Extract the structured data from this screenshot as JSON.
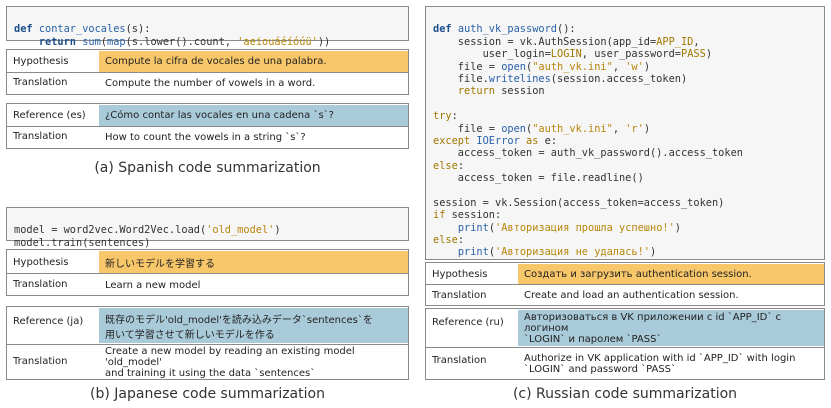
{
  "spanish": {
    "code": [
      "def contar_vocales(s):",
      "    return sum(map(s.lower().count, 'aeiouáéíóúü'))"
    ],
    "hypothesis_label": "Hypothesis",
    "hypothesis": "Compute la cifra de vocales de una palabra.",
    "translation_label": "Translation",
    "hypothesis_translation": "Compute the number of vowels in a word.",
    "reference_label": "Reference (es)",
    "reference": "¿Cómo contar las vocales en una cadena `s`?",
    "reference_translation": "How to count the vowels in a string `s`?",
    "caption": "(a) Spanish code summarization"
  },
  "japanese": {
    "code": [
      "model = word2vec.Word2Vec.load('old_model')",
      "model.train(sentences)"
    ],
    "hypothesis_label": "Hypothesis",
    "hypothesis": "新しいモデルを学習する",
    "translation_label": "Translation",
    "hypothesis_translation": "Learn a new model",
    "reference_label": "Reference (ja)",
    "reference_line1": "既存のモデル'old_model'を読み込みデータ`sentences`を",
    "reference_line2": "用いて学習させて新しいモデルを作る",
    "reference_translation_line1": "Create a new model by reading an existing model 'old_model'",
    "reference_translation_line2": "and training it using the data `sentences`",
    "caption": "(b) Japanese code summarization"
  },
  "russian": {
    "code": [
      "def auth_vk_password():",
      "    session = vk.AuthSession(app_id=APP_ID,",
      "        user_login=LOGIN, user_password=PASS)",
      "    file = open(\"auth_vk.ini\", 'w')",
      "    file.writelines(session.access_token)",
      "    return session",
      "",
      "try:",
      "    file = open(\"auth_vk.ini\", 'r')",
      "except IOError as e:",
      "    access_token = auth_vk_password().access_token",
      "else:",
      "    access_token = file.readline()",
      "",
      "session = vk.Session(access_token=access_token)",
      "if session:",
      "    print('Авторизация прошла успешно!')",
      "else:",
      "    print('Авторизация не удалась!')"
    ],
    "hypothesis_label": "Hypothesis",
    "hypothesis": "Создать и загрузить authentication session.",
    "translation_label": "Translation",
    "hypothesis_translation": "Create and load an authentication session.",
    "reference_label": "Reference (ru)",
    "reference_line1": "Авторизоваться в VK приложении с id `APP_ID` с логином",
    "reference_line2": "`LOGIN` и паролем `PASS`",
    "reference_translation_line1": "Authorize in VK application with id `APP_ID` with login",
    "reference_translation_line2": "`LOGIN` and password `PASS`",
    "caption": "(c) Russian code summarization"
  }
}
